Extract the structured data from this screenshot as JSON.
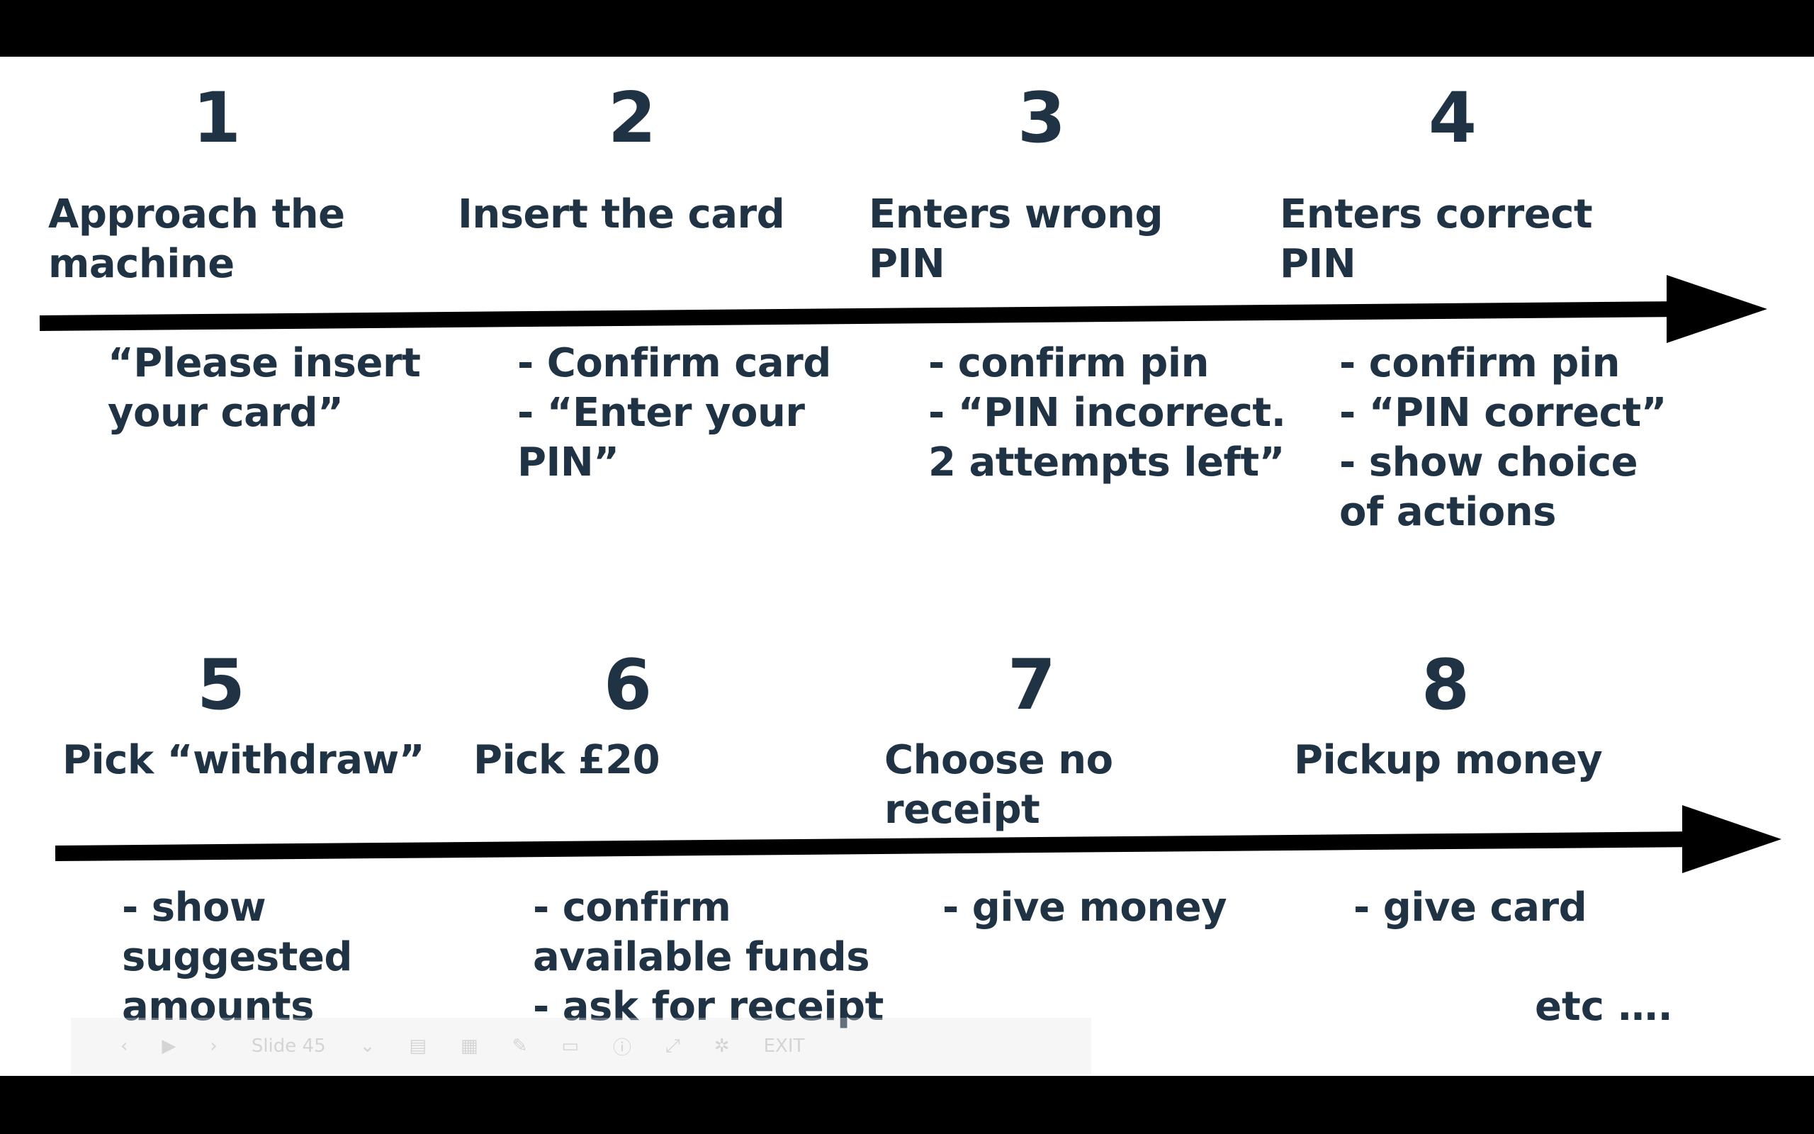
{
  "row1": {
    "steps": [
      {
        "number": "1",
        "title": "Approach the\nmachine",
        "action": "“Please insert\nyour card”"
      },
      {
        "number": "2",
        "title": "Insert the card",
        "action": "- Confirm card\n- “Enter your\nPIN”"
      },
      {
        "number": "3",
        "title": "Enters wrong\nPIN",
        "action": "- confirm pin\n- “PIN incorrect.\n2 attempts left”"
      },
      {
        "number": "4",
        "title": "Enters correct\nPIN",
        "action": "- confirm pin\n- “PIN correct”\n- show choice\nof actions"
      }
    ]
  },
  "row2": {
    "steps": [
      {
        "number": "5",
        "title": "Pick “withdraw”",
        "action": "- show\nsuggested\namounts"
      },
      {
        "number": "6",
        "title": "Pick £20",
        "action": "- confirm\navailable funds\n- ask for receipt"
      },
      {
        "number": "7",
        "title": "Choose no\nreceipt",
        "action": "- give money"
      },
      {
        "number": "8",
        "title": "Pickup money",
        "action": "- give card"
      }
    ],
    "etc": "etc …."
  },
  "toolbar": {
    "slide_label": "Slide 45",
    "exit_label": "EXIT"
  },
  "colors": {
    "text": "#1f3345",
    "arrow": "#000000",
    "background": "#ffffff",
    "letterbox": "#000000"
  }
}
